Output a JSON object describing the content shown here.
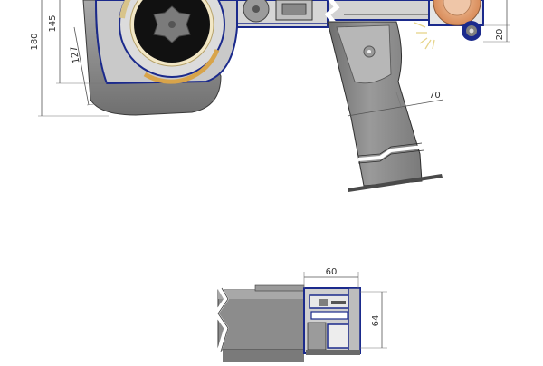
{
  "colors": {
    "housing_blue": "#1b2a8c",
    "housing_gray": "#8d8d8d",
    "housing_dark": "#575757",
    "roller_beige": "#d8c48a",
    "roller_orange": "#e8a070",
    "dimension_line": "#555555"
  },
  "dimensions": {
    "d180": "180",
    "d145": "145",
    "d127": "127",
    "d20": "20",
    "d70": "70",
    "d60": "60",
    "d64": "64"
  }
}
